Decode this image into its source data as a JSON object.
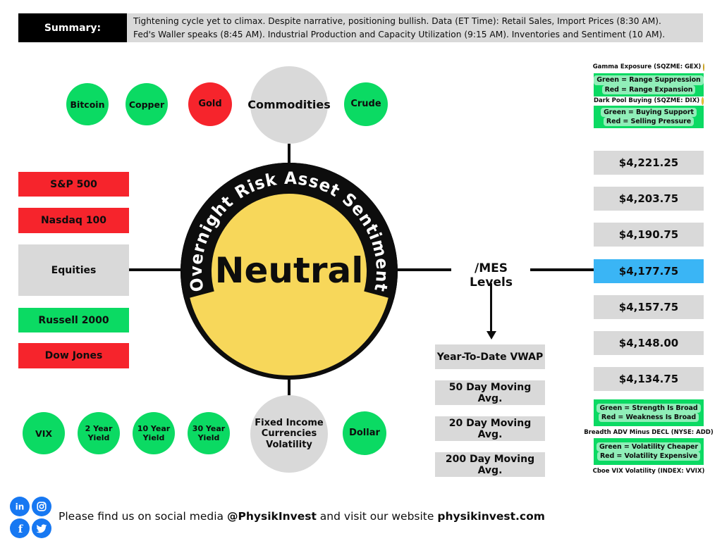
{
  "colors": {
    "green": "#0bda63",
    "red": "#f6242c",
    "gray": "#d9d9d9",
    "blue": "#3ab5f5",
    "yellow": "#f7d75a",
    "social": "#1778f2"
  },
  "summary": {
    "label": "Summary:",
    "text": "Tightening cycle yet to climax. Despite narrative, positioning bullish. Data (ET Time): Retail Sales, Import Prices (8:30 AM).\nFed's Waller speaks (8:45 AM). Industrial Production and Capacity Utilization (9:15 AM). Inventories and Sentiment (10 AM)."
  },
  "center": {
    "arc_text": "Overnight Risk Asset Sentiment",
    "sentiment": "Neutral",
    "fill": "yellow"
  },
  "commodities": {
    "hub": "Commodities",
    "hub_color": "gray",
    "items": [
      {
        "label": "Bitcoin",
        "color": "green"
      },
      {
        "label": "Copper",
        "color": "green"
      },
      {
        "label": "Gold",
        "color": "red"
      },
      {
        "label": "Crude",
        "color": "green"
      }
    ]
  },
  "equities": {
    "hub": "Equities",
    "hub_color": "gray",
    "items": [
      {
        "label": "S&P 500",
        "color": "red"
      },
      {
        "label": "Nasdaq 100",
        "color": "red"
      },
      {
        "label": "Russell 2000",
        "color": "green"
      },
      {
        "label": "Dow Jones",
        "color": "red"
      }
    ]
  },
  "fixed_income": {
    "hub": "Fixed Income\nCurrencies\nVolatility",
    "hub_color": "gray",
    "items": [
      {
        "label": "VIX",
        "color": "green"
      },
      {
        "label": "2 Year\nYield",
        "color": "green"
      },
      {
        "label": "10 Year\nYield",
        "color": "green"
      },
      {
        "label": "30 Year\nYield",
        "color": "green"
      },
      {
        "label": "Dollar",
        "color": "green"
      }
    ]
  },
  "mes": {
    "title": "/MES Levels",
    "levels": [
      {
        "price": "$4,221.25",
        "color": "gray"
      },
      {
        "price": "$4,203.75",
        "color": "gray"
      },
      {
        "price": "$4,190.75",
        "color": "gray"
      },
      {
        "price": "$4,177.75",
        "color": "blue"
      },
      {
        "price": "$4,157.75",
        "color": "gray"
      },
      {
        "price": "$4,148.00",
        "color": "gray"
      },
      {
        "price": "$4,134.75",
        "color": "gray"
      }
    ],
    "annotations": [
      {
        "label": "Year-To-Date VWAP"
      },
      {
        "label": "50 Day Moving Avg."
      },
      {
        "label": "20 Day Moving Avg."
      },
      {
        "label": "200 Day Moving Avg."
      }
    ]
  },
  "indicators": {
    "gamma": {
      "label": "Gamma Exposure (SQZME: GEX)",
      "line1": "Green = Range Suppression",
      "line2": "Red = Range Expansion"
    },
    "dix": {
      "label": "Dark Pool Buying (SQZME: DIX)",
      "line1": "Green = Buying Support",
      "line2": "Red = Selling Pressure"
    },
    "breadth": {
      "label": "Breadth ADV Minus DECL (NYSE: ADD)",
      "line1": "Green = Strength Is Broad",
      "line2": "Red = Weakness Is Broad"
    },
    "vvix": {
      "label": "Cboe VIX Volatility (INDEX: VVIX)",
      "line1": "Green = Volatility Cheaper",
      "line2": "Red = Volatility Expensive"
    }
  },
  "footer": {
    "icons": [
      "linkedin-icon",
      "instagram-icon",
      "facebook-icon",
      "twitter-icon"
    ],
    "parts": [
      {
        "text": "Please find us on social media "
      },
      {
        "text": "@PhysikInvest",
        "bold": true
      },
      {
        "text": " and visit our website "
      },
      {
        "text": "physikinvest.com",
        "bold": true
      }
    ]
  }
}
